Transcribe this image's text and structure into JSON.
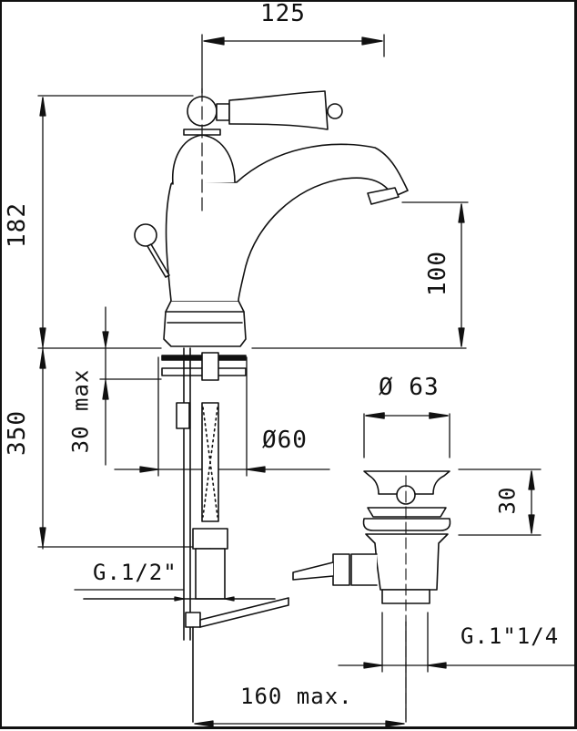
{
  "drawing": {
    "title": "Basin mixer technical drawing",
    "line_color": "#111111",
    "background": "#ffffff"
  },
  "dimensions": {
    "spout_reach": "125",
    "total_height": "182",
    "spout_height": "100",
    "below_deck_length": "350",
    "deck_thickness": "30 max",
    "hole_diameter": "Ø60",
    "waste_diameter": "Ø 63",
    "waste_height": "30",
    "inlet_thread": "G.1/2\"",
    "waste_thread": "G.1\"1/4",
    "rod_length": "160 max."
  }
}
